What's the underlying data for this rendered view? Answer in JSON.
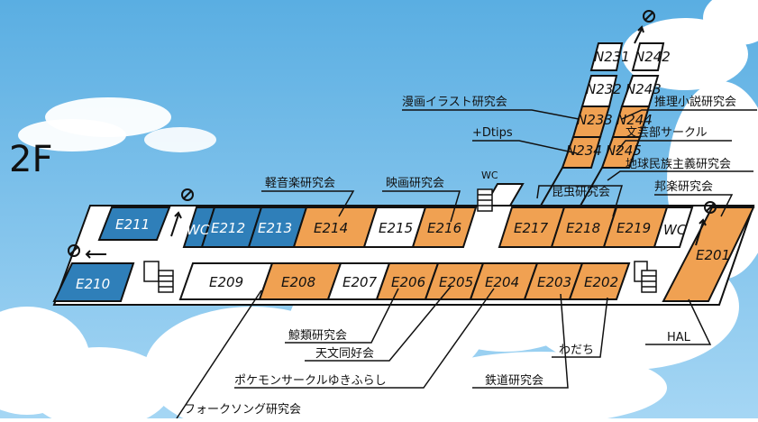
{
  "floor_label": "2F",
  "colors": {
    "sky_top": "#5ab0e4",
    "sky_bottom": "#a9d8f5",
    "cloud": "#ffffff",
    "room_blue": "#2f7fb9",
    "room_orange": "#f0a152",
    "room_white": "#ffffff",
    "outline": "#111111"
  },
  "rooms": {
    "E211": "E211",
    "WC_w": "WC",
    "E212": "E212",
    "E213": "E213",
    "E214": "E214",
    "E215": "E215",
    "E216": "E216",
    "E217": "E217",
    "E218": "E218",
    "E219": "E219",
    "WC_e": "WC",
    "E201": "E201",
    "E210": "E210",
    "E209": "E209",
    "E208": "E208",
    "E207": "E207",
    "E206": "E206",
    "E205": "E205",
    "E204": "E204",
    "E203": "E203",
    "E202": "E202",
    "N231": "N231",
    "N242": "N242",
    "N232": "N232",
    "N243": "N243",
    "N233": "N233",
    "N244": "N244",
    "N234": "N234",
    "N245": "N245",
    "WC_n": "WC"
  },
  "callouts": {
    "manga": "漫画イラスト研究会",
    "suiri": "推理小説研究会",
    "dtips": "+Dtips",
    "bungei": "文芸部サークル",
    "chikyu": "地球民族主義研究会",
    "keion": "軽音楽研究会",
    "eiga": "映画研究会",
    "konchu": "昆虫研究会",
    "hogaku": "邦楽研究会",
    "kujira": "鯨類研究会",
    "tenmon": "天文同好会",
    "pokemon": "ポケモンサークルゆきふらし",
    "folk": "フォークソング研究会",
    "wadachi": "わだち",
    "tetsudo": "鉄道研究会",
    "hal": "HAL"
  },
  "icons": [
    "no-entry-icon",
    "stairs-icon",
    "one-way-arrow-icon"
  ]
}
